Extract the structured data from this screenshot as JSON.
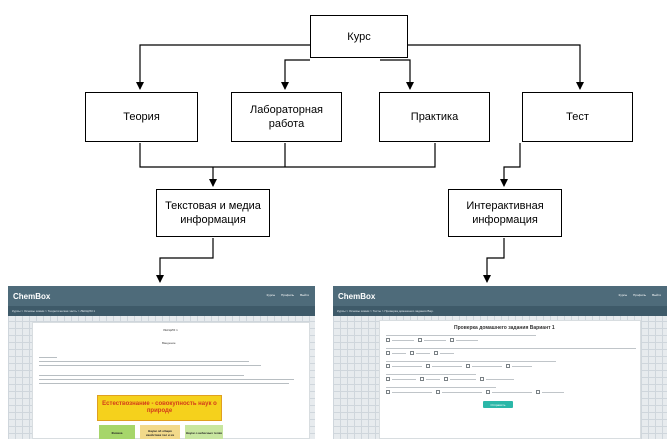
{
  "diagram": {
    "nodes": {
      "course": "Курс",
      "theory": "Теория",
      "lab": "Лабораторная\nработа",
      "practice": "Практика",
      "test": "Тест",
      "textmedia": "Текстовая и медиа\nинформация",
      "interactive": "Интерактивная\nинформация"
    }
  },
  "screenshot_left": {
    "brand": "ChemBox",
    "nav": [
      "Курсы",
      "Профиль",
      "Выйти"
    ],
    "breadcrumb": "Курсы  >  Основы химии  >  Теоретическая часть  >  ЛЕКЦИЯ 1",
    "doc_title": "ЛЕКЦИЯ 1",
    "doc_subtitle": "Введение",
    "banner": "Естествознание - совокупность наук о природе",
    "categories": [
      "Физика",
      "Науки об общих свойствах тел и их",
      "Науки о небесных телах"
    ]
  },
  "screenshot_right": {
    "brand": "ChemBox",
    "nav": [
      "Курсы",
      "Профиль",
      "Выйти"
    ],
    "breadcrumb": "Курсы  >  Основы химии  >  Тесты  >  Проверка домашнего задания Вар.",
    "quiz_title": "Проверка домашнего задания Вариант 1",
    "submit": "Отправить"
  },
  "colors": {
    "topbar": "#4e6b7a",
    "crumbbar": "#3e5a69",
    "banner": "#f5d11c",
    "button": "#2bb7a8"
  }
}
